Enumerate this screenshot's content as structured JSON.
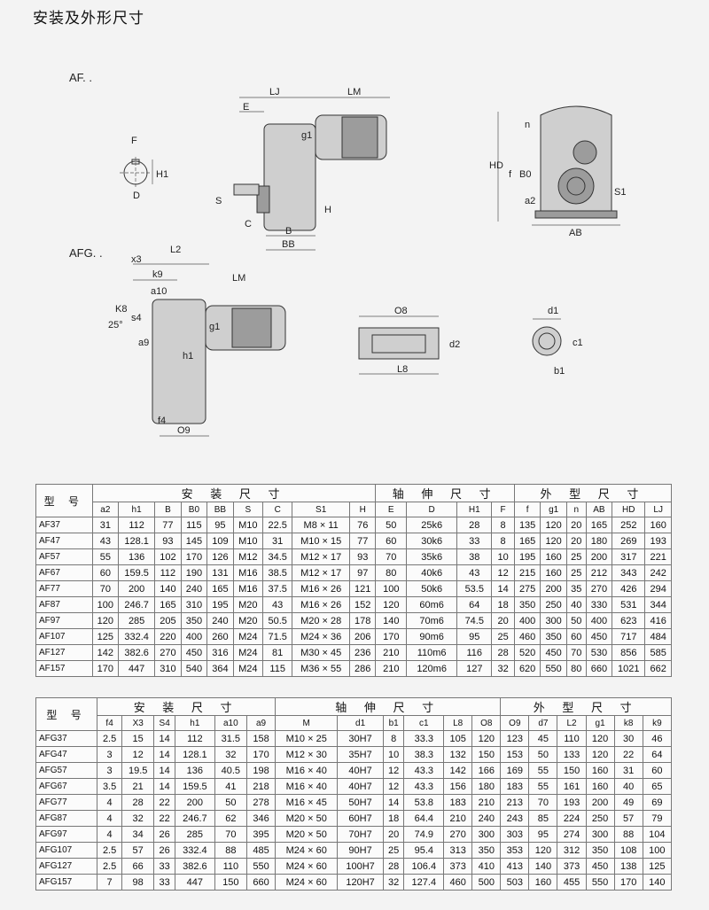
{
  "title": "安装及外形尺寸",
  "drawing_labels": {
    "af": "AF. .",
    "afg": "AFG. .",
    "lj": "LJ",
    "lm": "LM",
    "e": "E",
    "g1": "g1",
    "h1": "H1",
    "f": "F",
    "d": "D",
    "s": "S",
    "c": "C",
    "h": "H",
    "b": "B",
    "bb": "BB",
    "hd": "HD",
    "n": "n",
    "f_small": "f",
    "b0": "B0",
    "a2": "a2",
    "s1": "S1",
    "ab": "AB",
    "x3": "x3",
    "l2": "L2",
    "k9": "k9",
    "a10": "a10",
    "k8": "K8",
    "angle": "25°",
    "s4": "s4",
    "a9": "a9",
    "h1_small": "h1",
    "f4": "f4",
    "o9": "O9",
    "o8": "O8",
    "d2": "d2",
    "l8": "L8",
    "d1": "d1",
    "c1": "c1",
    "b1": "b1"
  },
  "af_table": {
    "model_label": "型 号",
    "groups": [
      "安 装 尺 寸",
      "轴 伸 尺 寸",
      "外 型 尺 寸"
    ],
    "columns": [
      "a2",
      "h1",
      "B",
      "B0",
      "BB",
      "S",
      "C",
      "S1",
      "H",
      "E",
      "D",
      "H1",
      "F",
      "f",
      "g1",
      "n",
      "AB",
      "HD",
      "LJ"
    ],
    "rows": [
      [
        "AF37",
        "31",
        "112",
        "77",
        "115",
        "95",
        "M10",
        "22.5",
        "M8 × 11",
        "76",
        "50",
        "25k6",
        "28",
        "8",
        "135",
        "120",
        "20",
        "165",
        "252",
        "160"
      ],
      [
        "AF47",
        "43",
        "128.1",
        "93",
        "145",
        "109",
        "M10",
        "31",
        "M10 × 15",
        "77",
        "60",
        "30k6",
        "33",
        "8",
        "165",
        "120",
        "20",
        "180",
        "269",
        "193"
      ],
      [
        "AF57",
        "55",
        "136",
        "102",
        "170",
        "126",
        "M12",
        "34.5",
        "M12 × 17",
        "93",
        "70",
        "35k6",
        "38",
        "10",
        "195",
        "160",
        "25",
        "200",
        "317",
        "221"
      ],
      [
        "AF67",
        "60",
        "159.5",
        "112",
        "190",
        "131",
        "M16",
        "38.5",
        "M12 × 17",
        "97",
        "80",
        "40k6",
        "43",
        "12",
        "215",
        "160",
        "25",
        "212",
        "343",
        "242"
      ],
      [
        "AF77",
        "70",
        "200",
        "140",
        "240",
        "165",
        "M16",
        "37.5",
        "M16 × 26",
        "121",
        "100",
        "50k6",
        "53.5",
        "14",
        "275",
        "200",
        "35",
        "270",
        "426",
        "294"
      ],
      [
        "AF87",
        "100",
        "246.7",
        "165",
        "310",
        "195",
        "M20",
        "43",
        "M16 × 26",
        "152",
        "120",
        "60m6",
        "64",
        "18",
        "350",
        "250",
        "40",
        "330",
        "531",
        "344"
      ],
      [
        "AF97",
        "120",
        "285",
        "205",
        "350",
        "240",
        "M20",
        "50.5",
        "M20 × 28",
        "178",
        "140",
        "70m6",
        "74.5",
        "20",
        "400",
        "300",
        "50",
        "400",
        "623",
        "416"
      ],
      [
        "AF107",
        "125",
        "332.4",
        "220",
        "400",
        "260",
        "M24",
        "71.5",
        "M24 × 36",
        "206",
        "170",
        "90m6",
        "95",
        "25",
        "460",
        "350",
        "60",
        "450",
        "717",
        "484"
      ],
      [
        "AF127",
        "142",
        "382.6",
        "270",
        "450",
        "316",
        "M24",
        "81",
        "M30 × 45",
        "236",
        "210",
        "110m6",
        "116",
        "28",
        "520",
        "450",
        "70",
        "530",
        "856",
        "585"
      ],
      [
        "AF157",
        "170",
        "447",
        "310",
        "540",
        "364",
        "M24",
        "115",
        "M36 × 55",
        "286",
        "210",
        "120m6",
        "127",
        "32",
        "620",
        "550",
        "80",
        "660",
        "1021",
        "662"
      ]
    ]
  },
  "afg_table": {
    "model_label": "型 号",
    "groups": [
      "安 装 尺 寸",
      "轴 伸 尺 寸",
      "外 型 尺 寸"
    ],
    "columns": [
      "f4",
      "X3",
      "S4",
      "h1",
      "a10",
      "a9",
      "M",
      "d1",
      "b1",
      "c1",
      "L8",
      "O8",
      "O9",
      "d7",
      "L2",
      "g1",
      "k8",
      "k9"
    ],
    "rows": [
      [
        "AFG37",
        "2.5",
        "15",
        "14",
        "112",
        "31.5",
        "158",
        "M10 × 25",
        "30H7",
        "8",
        "33.3",
        "105",
        "120",
        "123",
        "45",
        "110",
        "120",
        "30",
        "46"
      ],
      [
        "AFG47",
        "3",
        "12",
        "14",
        "128.1",
        "32",
        "170",
        "M12 × 30",
        "35H7",
        "10",
        "38.3",
        "132",
        "150",
        "153",
        "50",
        "133",
        "120",
        "22",
        "64"
      ],
      [
        "AFG57",
        "3",
        "19.5",
        "14",
        "136",
        "40.5",
        "198",
        "M16 × 40",
        "40H7",
        "12",
        "43.3",
        "142",
        "166",
        "169",
        "55",
        "150",
        "160",
        "31",
        "60"
      ],
      [
        "AFG67",
        "3.5",
        "21",
        "14",
        "159.5",
        "41",
        "218",
        "M16 × 40",
        "40H7",
        "12",
        "43.3",
        "156",
        "180",
        "183",
        "55",
        "161",
        "160",
        "40",
        "65"
      ],
      [
        "AFG77",
        "4",
        "28",
        "22",
        "200",
        "50",
        "278",
        "M16 × 45",
        "50H7",
        "14",
        "53.8",
        "183",
        "210",
        "213",
        "70",
        "193",
        "200",
        "49",
        "69"
      ],
      [
        "AFG87",
        "4",
        "32",
        "22",
        "246.7",
        "62",
        "346",
        "M20 × 50",
        "60H7",
        "18",
        "64.4",
        "210",
        "240",
        "243",
        "85",
        "224",
        "250",
        "57",
        "79"
      ],
      [
        "AFG97",
        "4",
        "34",
        "26",
        "285",
        "70",
        "395",
        "M20 × 50",
        "70H7",
        "20",
        "74.9",
        "270",
        "300",
        "303",
        "95",
        "274",
        "300",
        "88",
        "104"
      ],
      [
        "AFG107",
        "2.5",
        "57",
        "26",
        "332.4",
        "88",
        "485",
        "M24 × 60",
        "90H7",
        "25",
        "95.4",
        "313",
        "350",
        "353",
        "120",
        "312",
        "350",
        "108",
        "100"
      ],
      [
        "AFG127",
        "2.5",
        "66",
        "33",
        "382.6",
        "110",
        "550",
        "M24 × 60",
        "100H7",
        "28",
        "106.4",
        "373",
        "410",
        "413",
        "140",
        "373",
        "450",
        "138",
        "125"
      ],
      [
        "AFG157",
        "7",
        "98",
        "33",
        "447",
        "150",
        "660",
        "M24 × 60",
        "120H7",
        "32",
        "127.4",
        "460",
        "500",
        "503",
        "160",
        "455",
        "550",
        "170",
        "140"
      ]
    ]
  }
}
